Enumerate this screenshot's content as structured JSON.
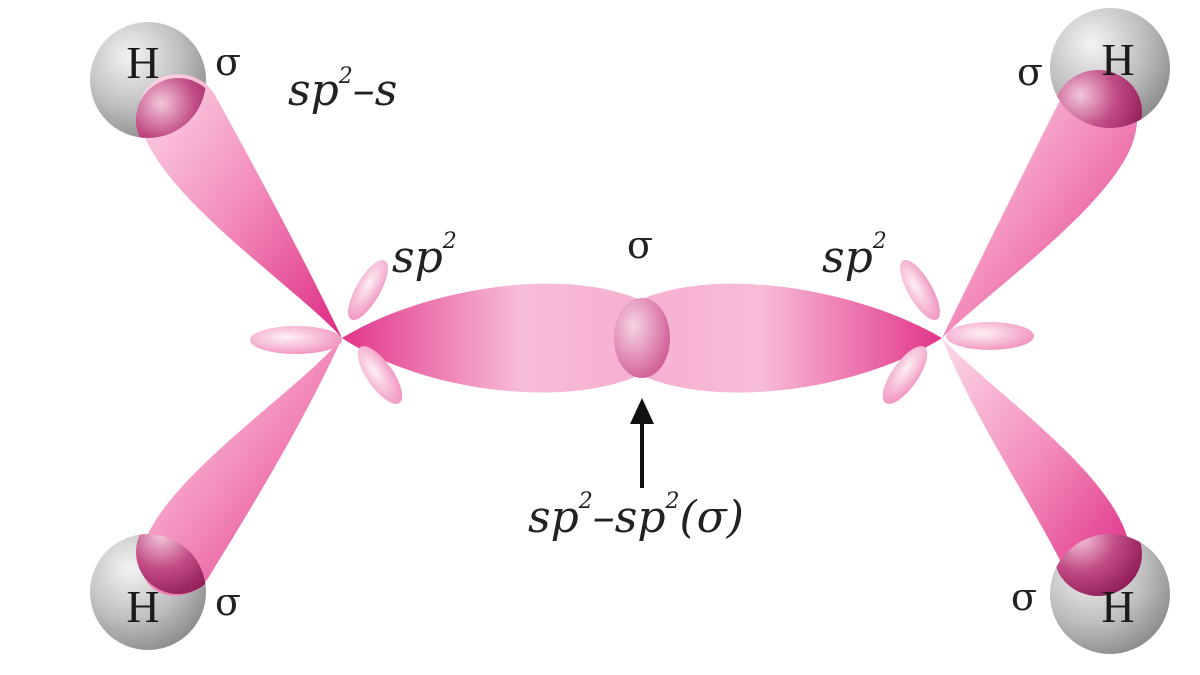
{
  "diagram": {
    "title": "",
    "colors": {
      "lobe": "#e8559a",
      "lobe_light": "#fbe3ee",
      "lobe_dark": "#d41f7c",
      "overlap": "#9c2460",
      "h_atom": "#a9a9ab",
      "h_atom_light": "#efefef",
      "text": "#222222",
      "arrow": "#111111"
    },
    "atoms": {
      "h_top_left": {
        "symbol": "H",
        "bond_label": "σ"
      },
      "h_bottom_left": {
        "symbol": "H",
        "bond_label": "σ"
      },
      "h_top_right": {
        "symbol": "H",
        "bond_label": "σ"
      },
      "h_bottom_right": {
        "symbol": "H",
        "bond_label": "σ"
      }
    },
    "labels": {
      "sp2_s": {
        "base": "sp",
        "sup": "2",
        "tail": "–s"
      },
      "sp2_left": {
        "base": "sp",
        "sup": "2"
      },
      "sp2_right": {
        "base": "sp",
        "sup": "2"
      },
      "center_sigma": "σ",
      "cc_bond": {
        "part1": "sp",
        "sup1": "2",
        "mid": "–sp",
        "sup2": "2",
        "tail": "(σ)"
      }
    }
  }
}
